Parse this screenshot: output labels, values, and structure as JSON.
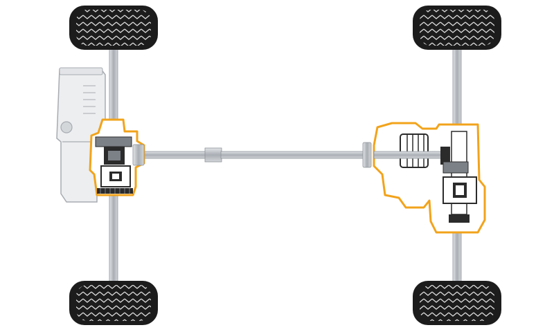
{
  "diagram": {
    "subject": "drivetrain-top-view",
    "colors": {
      "background": "#ffffff",
      "highlight": "#f2a31b",
      "shaft": "#b9bdc3",
      "shaft_edge": "#8d9298",
      "tire": "#1c1c1c",
      "tire_tread": "#d9d9d9",
      "engine_body": "#eceef0",
      "engine_edge": "#a7abb0",
      "gear_dark": "#2b2b2b",
      "gear_mid": "#7c8187"
    },
    "wheels": [
      {
        "id": "front-left"
      },
      {
        "id": "front-right"
      },
      {
        "id": "rear-left"
      },
      {
        "id": "rear-right"
      }
    ],
    "highlighted_units": [
      "front-transfer-differential",
      "rear-coupling-differential"
    ]
  }
}
